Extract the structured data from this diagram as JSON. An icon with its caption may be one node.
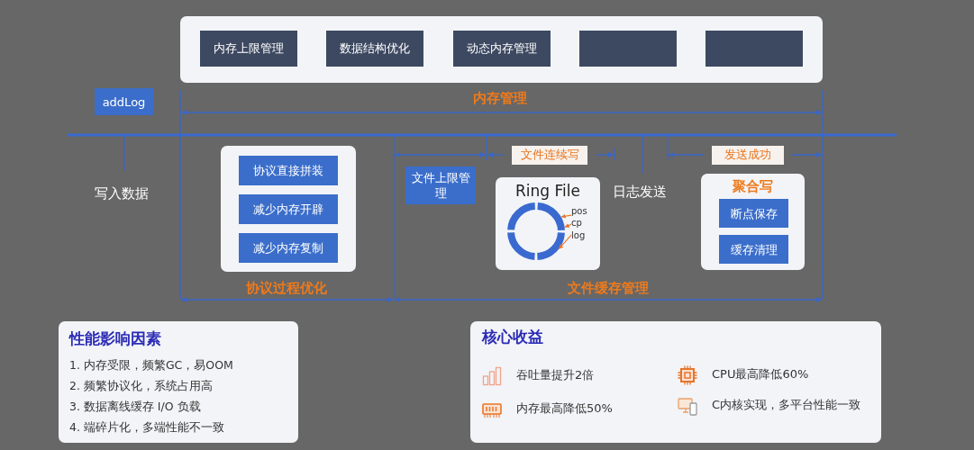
{
  "diagram": {
    "nodes": [
      {
        "text": [],
        "shape": "box"
      },
      {
        "text": [
          "内存上限管理"
        ],
        "in": 0
      },
      {
        "text": [
          "数据结构优化"
        ],
        "in": 0
      },
      {
        "text": [
          "动态内存管理"
        ],
        "in": 0
      },
      {
        "text": [],
        "shape": "box",
        "in": 0
      },
      {
        "text": [],
        "shape": "box",
        "in": 0
      },
      {
        "text": [
          "addLog"
        ]
      },
      {
        "text": [],
        "shape": "box"
      },
      {
        "text": [
          "协议直接拼装"
        ],
        "in": 7
      },
      {
        "text": [
          "减少内存开辟"
        ],
        "in": 7
      },
      {
        "text": [
          "减少内存复制"
        ],
        "in": 7
      },
      {
        "text": [
          "文件上限管理"
        ]
      },
      {
        "text": [
          "文件连续写"
        ]
      },
      {
        "text": [
          "Ring File"
        ]
      },
      {
        "text": [],
        "shape": "circle",
        "in": 13
      },
      {
        "text": [
          "pos"
        ],
        "in": 13
      },
      {
        "text": [
          "cp"
        ],
        "in": 13
      },
      {
        "text": [
          "log"
        ],
        "in": 13
      },
      {
        "text": [
          "发送成功"
        ]
      },
      {
        "text": [
          "聚合写"
        ]
      },
      {
        "text": [
          "断点保存"
        ],
        "in": 19
      },
      {
        "text": [
          "缓存清理"
        ],
        "in": 19
      },
      {
        "text": [
          "性能影响因素",
          "1. 内存受限，频繁GC，易OOM",
          "2. 频繁协议化，系统占用高",
          "3. 数据离线缓存 I/O 负载",
          "4. 端碎片化，多端性能不一致"
        ]
      },
      {
        "text": [
          "核心收益",
          "吞吐量提升2倍",
          "CPU最高降低60%",
          "内存最高降低50%",
          "C内核实现，多平台性能一致"
        ]
      }
    ],
    "edges": [
      {
        "from": 15,
        "to": 14,
        "arrow": "to"
      },
      {
        "from": 16,
        "to": 14,
        "arrow": "to"
      },
      {
        "from": 17,
        "to": 14,
        "arrow": "to"
      }
    ],
    "labels": [
      "内存管理",
      "写入数据",
      "日志发送",
      "协议过程优化",
      "文件缓存管理"
    ]
  }
}
